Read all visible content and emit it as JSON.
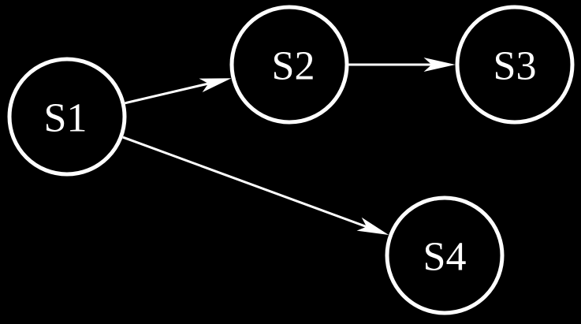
{
  "diagram": {
    "type": "directed-graph",
    "colors": {
      "background": "#000000",
      "stroke": "#ffffff",
      "text": "#ffffff"
    },
    "nodes": [
      {
        "id": "S1",
        "label": "S1"
      },
      {
        "id": "S2",
        "label": "S2"
      },
      {
        "id": "S3",
        "label": "S3"
      },
      {
        "id": "S4",
        "label": "S4"
      }
    ],
    "edges": [
      {
        "from": "S1",
        "to": "S2"
      },
      {
        "from": "S2",
        "to": "S3"
      },
      {
        "from": "S1",
        "to": "S4"
      }
    ]
  }
}
